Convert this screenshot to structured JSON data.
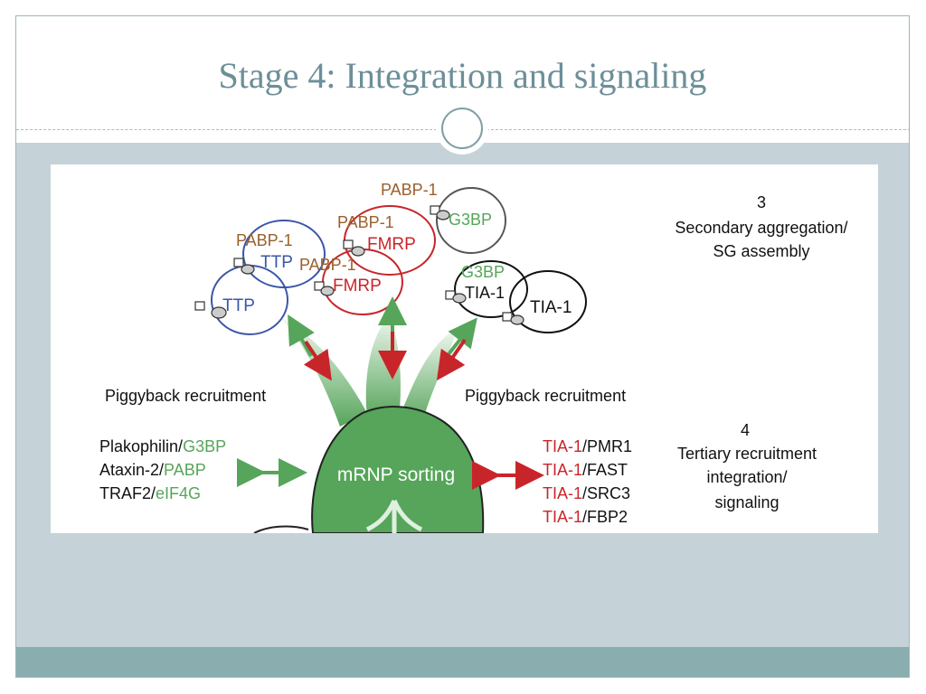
{
  "slide": {
    "title": "Stage 4: Integration and signaling"
  },
  "figure": {
    "granules": {
      "left": {
        "pabp_outer": "PABP-1",
        "ttp_outer": "TTP",
        "ttp_inner": "TTP"
      },
      "middle": {
        "pabp_outer": "PABP-1",
        "fmrp_outer": "FMRP",
        "pabp_inner": "PABP-1",
        "fmrp_inner": "FMRP",
        "pabp_top": "PABP-1",
        "g3bp_top": "G3BP"
      },
      "right": {
        "g3bp": "G3BP",
        "tia_inner": "TIA-1",
        "tia_outer": "TIA-1"
      }
    },
    "step3": {
      "number": "3",
      "line1": "Secondary aggregation/",
      "line2": "SG assembly"
    },
    "piggyback_left": "Piggyback recruitment",
    "piggyback_right": "Piggyback recruitment",
    "center_label": "mRNP sorting",
    "left_list": [
      {
        "a": "Plakophilin/",
        "b": "G3BP"
      },
      {
        "a": "Ataxin-2/",
        "b": "PABP"
      },
      {
        "a": "TRAF2/",
        "b": "eIF4G"
      }
    ],
    "right_list": [
      {
        "a": "TIA-1",
        "b": "/PMR1"
      },
      {
        "a": "TIA-1",
        "b": "/FAST"
      },
      {
        "a": "TIA-1",
        "b": "/SRC3"
      },
      {
        "a": "TIA-1",
        "b": "/FBP2"
      }
    ],
    "step4": {
      "number": "4",
      "line1": "Tertiary recruitment",
      "line2": "integration/",
      "line3": "signaling"
    },
    "colors": {
      "green": "#56a55a",
      "red": "#c8252a",
      "blue": "#3b56a8",
      "brown": "#9a5f2b",
      "dark_green": "#3f9349"
    }
  }
}
